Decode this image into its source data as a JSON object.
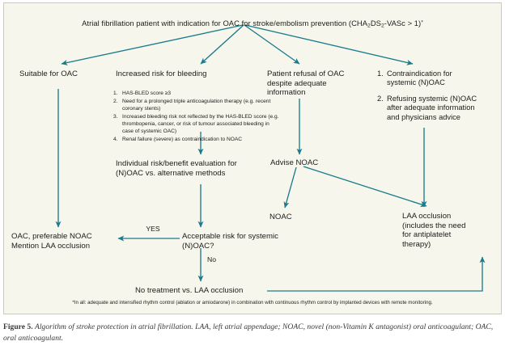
{
  "figure": {
    "background_color": "#f6f6ec",
    "arrow_color": "#1a7b8c",
    "text_color": "#1d1d1b"
  },
  "title": {
    "prefix": "Atrial fibrillation patient with indication for OAC for stroke/embolism prevention (CHA",
    "sub1": "2",
    "mid": "DS",
    "sub2": "2",
    "suffix": "-VASc > 1)",
    "marker": "*"
  },
  "branches": {
    "suitable": "Suitable for OAC",
    "increased_risk": "Increased risk for bleeding",
    "patient_refusal": "Patient refusal of OAC\ndespite adequate\ninformation"
  },
  "bleeding_list": [
    {
      "num": "1.",
      "text": "HAS-BLED score ≥3"
    },
    {
      "num": "2.",
      "text": "Need for a prolonged triple anticoagulation therapy (e.g. recent coronary stents)"
    },
    {
      "num": "3.",
      "text": "Increased bleeding risk not reflected by the HAS-BLED score (e.g. thrombopenia, cancer, or risk of tumour associated bleeding in case of systemic OAC)"
    },
    {
      "num": "4.",
      "text": "Renal failure (severe) as contraindication to NOAC"
    }
  ],
  "contraindication_list": [
    {
      "num": "1.",
      "text": "Contraindication for systemic (N)OAC"
    },
    {
      "num": "2.",
      "text": "Refusing systemic (N)OAC after adequate information and physicians advice"
    }
  ],
  "nodes": {
    "individual_eval": "Individual risk/benefit evaluation for\n(N)OAC vs. alternative methods",
    "advise_noac": "Advise NOAC",
    "noac": "NOAC",
    "laa_occlusion": "LAA occlusion\n(includes the need\nfor antiplatelet\ntherapy)",
    "oac_preferable": "OAC, preferable NOAC\nMention LAA occlusion",
    "acceptable_risk": "Acceptable risk for systemic\n(N)OAC?",
    "no_treatment": "No treatment vs. LAA occlusion"
  },
  "edge_labels": {
    "yes": "YES",
    "no": "No"
  },
  "footnote": "*In all: adequate and intensified rhythm control (ablation or amiodarone) in combination with continuous rhythm control by implanted devices with remote monitoring.",
  "caption": {
    "label": "Figure 5.",
    "text": "Algorithm of stroke protection in atrial fibrillation. LAA, left atrial appendage; NOAC, novel (non-Vitamin K antagonist) oral anticoagulant; OAC, oral anticoagulant."
  }
}
